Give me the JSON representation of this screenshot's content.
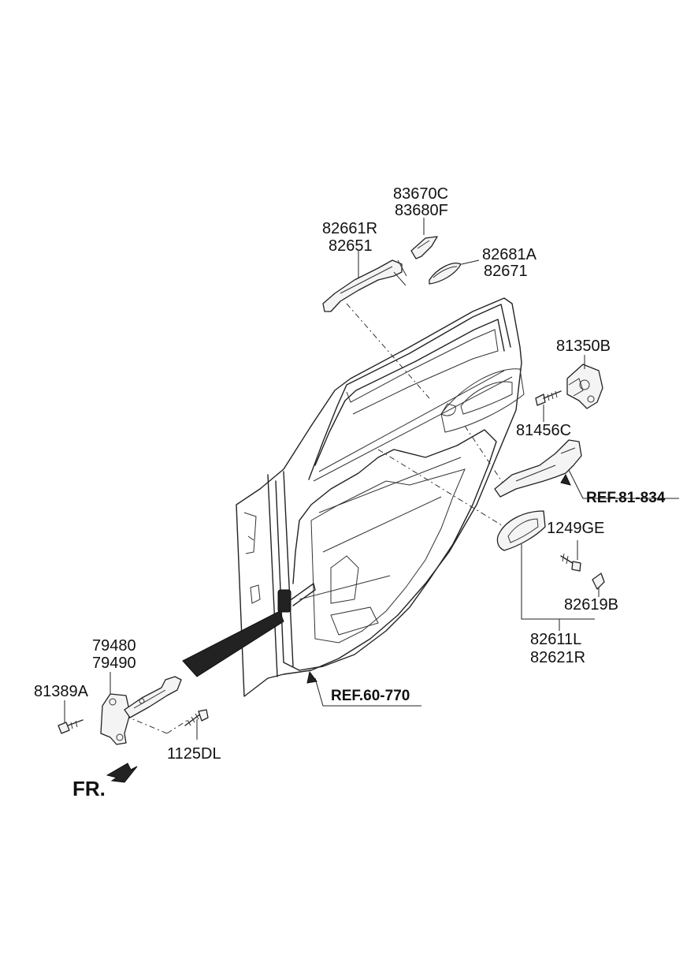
{
  "labels": {
    "p83670c": "83670C",
    "p83680f": "83680F",
    "p82661r": "82661R",
    "p82651": "82651",
    "p82681a": "82681A",
    "p82671": "82671",
    "p81350b": "81350B",
    "p81456c": "81456C",
    "ref81834": "REF.81-834",
    "p1249ge": "1249GE",
    "p82619b": "82619B",
    "p82611l": "82611L",
    "p82621r": "82621R",
    "p79480": "79480",
    "p79490": "79490",
    "p81389a": "81389A",
    "ref60770": "REF.60-770",
    "p1125dl": "1125DL",
    "fr": "FR."
  }
}
